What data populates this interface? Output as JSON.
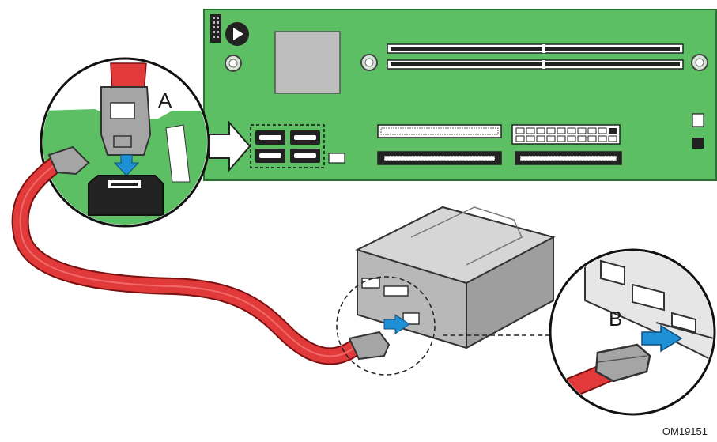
{
  "callouts": {
    "a": "A",
    "b": "B"
  },
  "figure_id": "OM19151",
  "colors": {
    "board": "#5cbf63",
    "board_edge": "#3a8a41",
    "cable": "#e23a3a",
    "connector": "#9a9a9a",
    "arrow": "#1f8fd6",
    "drive": "#c9c9c9"
  }
}
